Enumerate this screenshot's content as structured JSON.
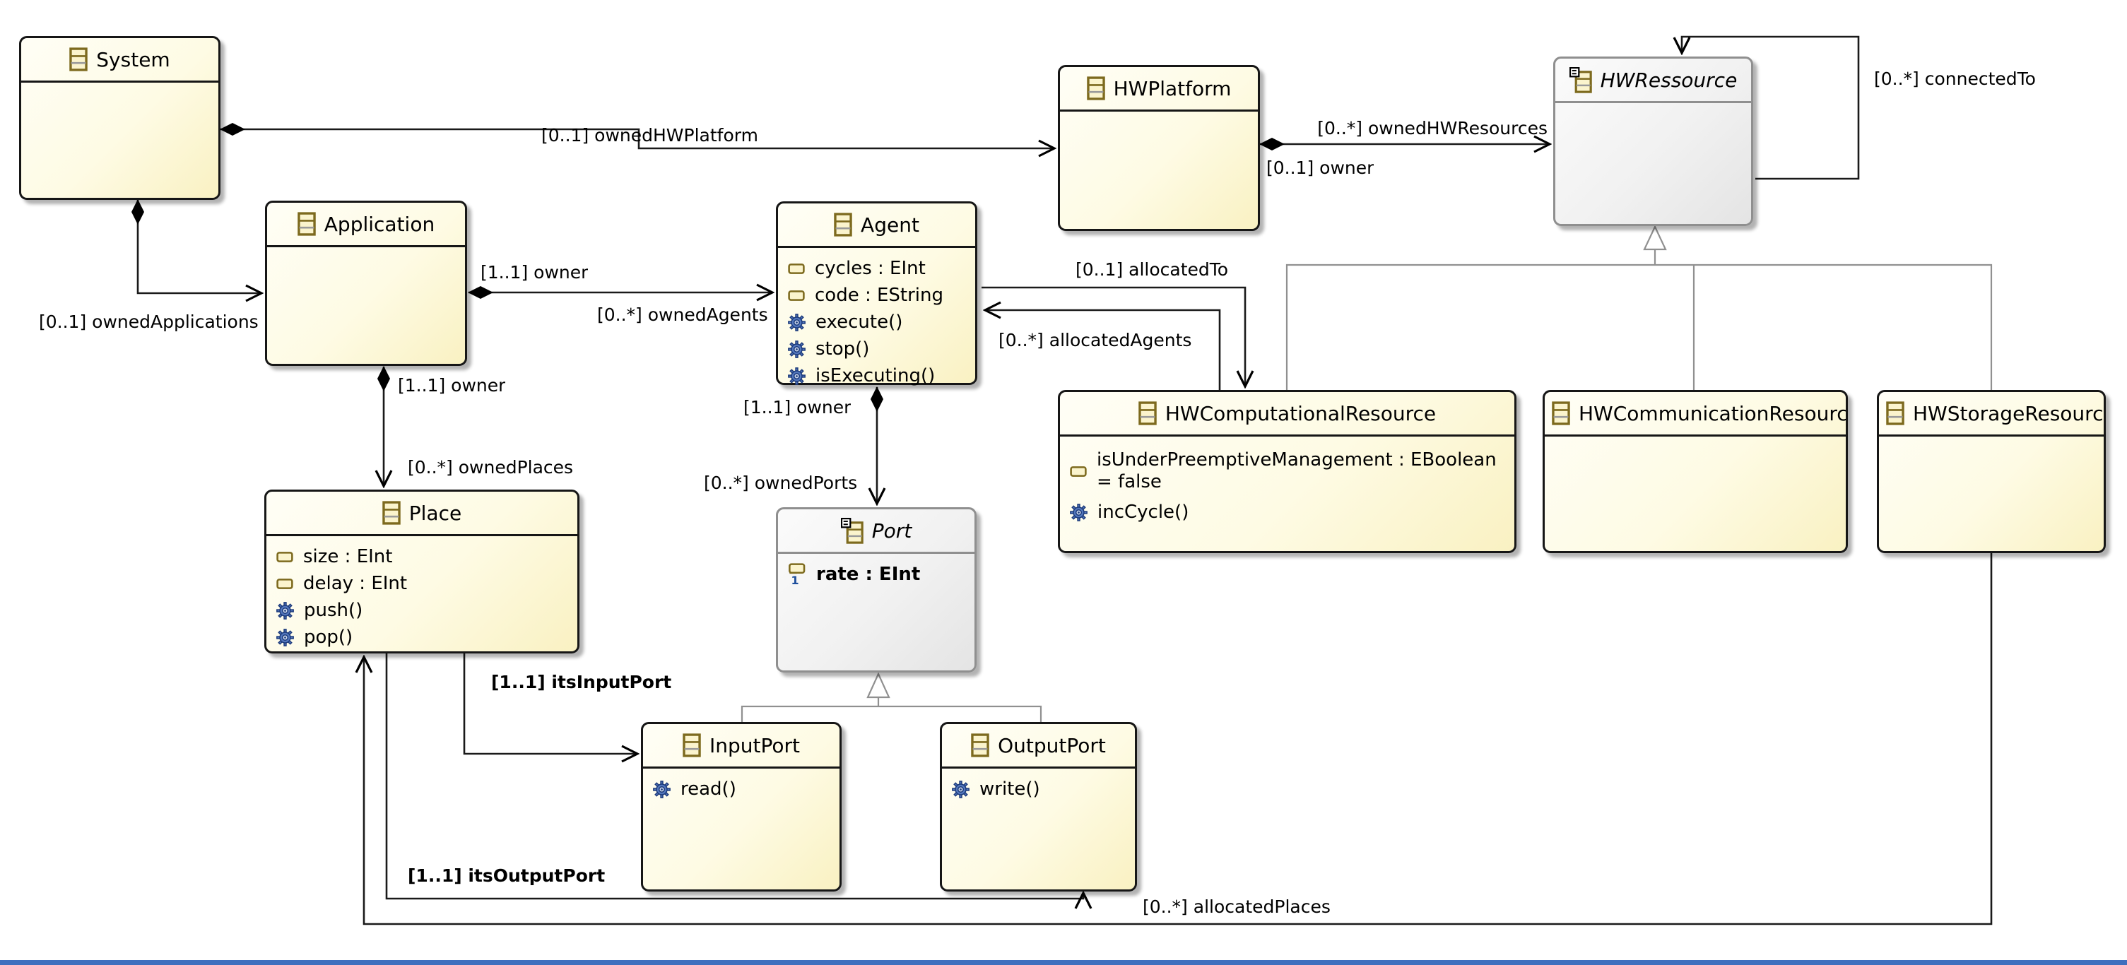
{
  "diagram": {
    "colors": {
      "class_fill": "#f9f1c2",
      "class_border": "#161616",
      "abstract_fill": "#e9e9e9",
      "abstract_border": "#8f8f8f",
      "edge": "#1a1a1a",
      "inheritance": "#909090",
      "operation_icon_blue": "#4a6db5",
      "attribute_icon_gold": "#7d6a1e",
      "bottom_strip_blue": "#3e6fbe"
    }
  },
  "classes": [
    {
      "name": "System",
      "members": []
    },
    {
      "name": "Application",
      "members": []
    },
    {
      "name": "HWPlatform",
      "members": []
    },
    {
      "name": "HWRessource",
      "abstract": true,
      "members": []
    },
    {
      "name": "Agent",
      "members": [
        {
          "kind": "attribute",
          "text": "cycles : EInt"
        },
        {
          "kind": "attribute",
          "text": "code : EString"
        },
        {
          "kind": "operation",
          "text": "execute()"
        },
        {
          "kind": "operation",
          "text": "stop()"
        },
        {
          "kind": "operation",
          "text": "isExecuting()"
        }
      ]
    },
    {
      "name": "HWComputationalResource",
      "members": [
        {
          "kind": "attribute",
          "text": "isUnderPreemptiveManagement : EBoolean = false"
        },
        {
          "kind": "operation",
          "text": "incCycle()"
        }
      ]
    },
    {
      "name": "HWCommunicationResource",
      "members": []
    },
    {
      "name": "HWStorageResource",
      "members": []
    },
    {
      "name": "Place",
      "members": [
        {
          "kind": "attribute",
          "text": "size : EInt"
        },
        {
          "kind": "attribute",
          "text": "delay : EInt"
        },
        {
          "kind": "operation",
          "text": "push()"
        },
        {
          "kind": "operation",
          "text": "pop()"
        }
      ]
    },
    {
      "name": "Port",
      "abstract": true,
      "members": [
        {
          "kind": "attribute",
          "text": "rate : EInt",
          "bold": true
        }
      ]
    },
    {
      "name": "InputPort",
      "members": [
        {
          "kind": "operation",
          "text": "read()"
        }
      ]
    },
    {
      "name": "OutputPort",
      "members": [
        {
          "kind": "operation",
          "text": "write()"
        }
      ]
    }
  ],
  "edge_labels": [
    {
      "id": "ownedHWPlatform",
      "text": "[0..1] ownedHWPlatform"
    },
    {
      "id": "ownedHWResources",
      "text": "[0..*] ownedHWResources"
    },
    {
      "id": "hwplatform-owner",
      "text": "[0..1] owner"
    },
    {
      "id": "connectedTo",
      "text": "[0..*] connectedTo"
    },
    {
      "id": "ownedApplications",
      "text": "[0..1] ownedApplications"
    },
    {
      "id": "app-agent-owner",
      "text": "[1..1] owner"
    },
    {
      "id": "ownedAgents",
      "text": "[0..*] ownedAgents"
    },
    {
      "id": "allocatedTo",
      "text": "[0..1] allocatedTo"
    },
    {
      "id": "allocatedAgents",
      "text": "[0..*] allocatedAgents"
    },
    {
      "id": "app-place-owner",
      "text": "[1..1] owner"
    },
    {
      "id": "ownedPlaces",
      "text": "[0..*] ownedPlaces"
    },
    {
      "id": "agent-port-owner",
      "text": "[1..1] owner"
    },
    {
      "id": "ownedPorts",
      "text": "[0..*] ownedPorts"
    },
    {
      "id": "itsInputPort",
      "text": "[1..1] itsInputPort"
    },
    {
      "id": "itsOutputPort",
      "text": "[1..1] itsOutputPort"
    },
    {
      "id": "allocatedPlaces",
      "text": "[0..*] allocatedPlaces"
    }
  ]
}
